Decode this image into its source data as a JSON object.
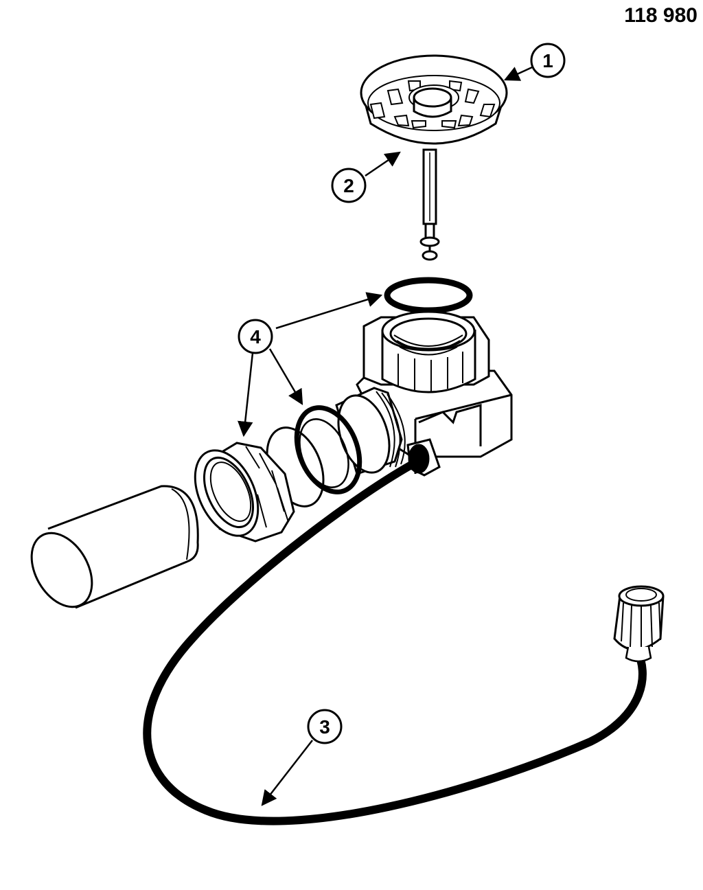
{
  "drawing_number": "118 980",
  "callouts": [
    {
      "id": "1",
      "label": "1"
    },
    {
      "id": "2",
      "label": "2"
    },
    {
      "id": "3",
      "label": "3"
    },
    {
      "id": "4",
      "label": "4"
    }
  ],
  "colors": {
    "line": "#000000",
    "fill": "#ffffff"
  }
}
